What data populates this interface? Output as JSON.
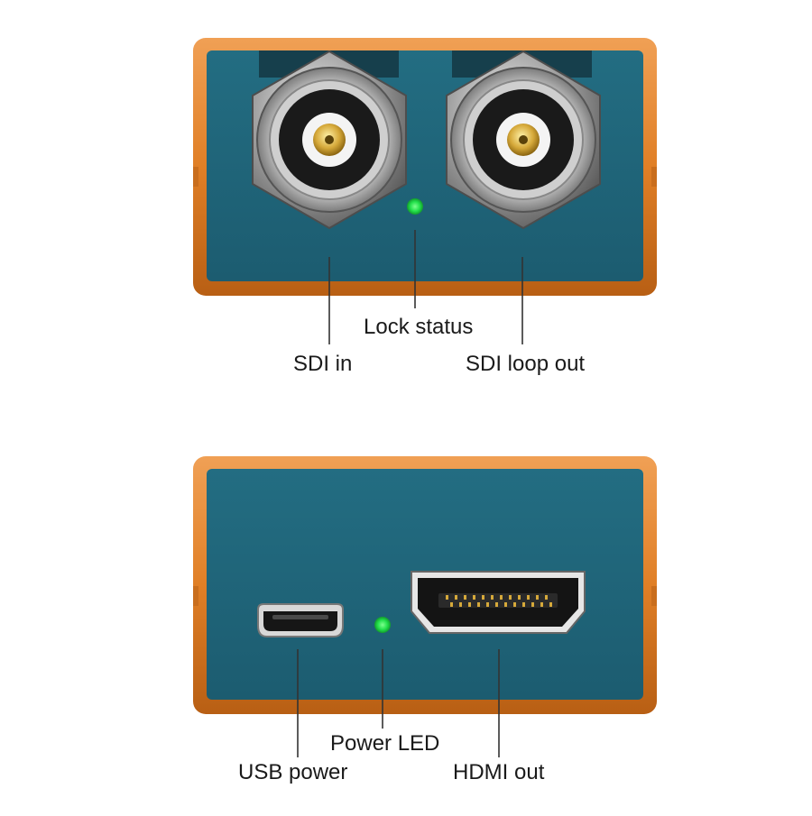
{
  "top_panel": {
    "labels": {
      "sdi_in": "SDI in",
      "lock_status": "Lock status",
      "sdi_loop_out": "SDI loop out"
    }
  },
  "bottom_panel": {
    "labels": {
      "usb_power": "USB power",
      "power_led": "Power LED",
      "hdmi_out": "HDMI out"
    }
  },
  "colors": {
    "housing_orange": "#e07f26",
    "panel_teal": "#1f6478",
    "led_green": "#22e04a",
    "callout_line": "#333333"
  },
  "icons": [
    "bnc-connector-icon",
    "hdmi-port-icon",
    "micro-usb-port-icon",
    "led-indicator-icon"
  ]
}
